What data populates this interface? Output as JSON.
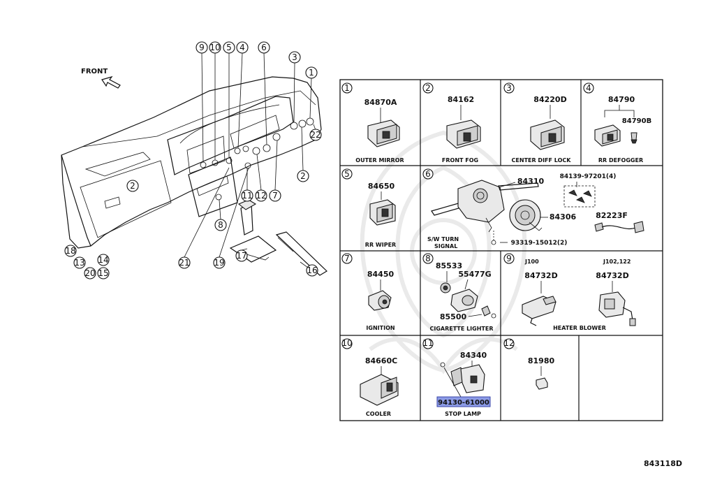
{
  "front_label": "FRONT",
  "footer_code": "843118D",
  "overview_callouts": [
    "9",
    "10",
    "5",
    "4",
    "6",
    "3",
    "1",
    "22",
    "2",
    "2",
    "8",
    "11",
    "12",
    "7",
    "21",
    "19",
    "17",
    "16",
    "18",
    "14",
    "13",
    "20",
    "15"
  ],
  "cells": [
    {
      "no": "1",
      "parts": [
        "84870A"
      ],
      "caption": "OUTER MIRROR"
    },
    {
      "no": "2",
      "parts": [
        "84162"
      ],
      "caption": "FRONT FOG"
    },
    {
      "no": "3",
      "parts": [
        "84220D"
      ],
      "caption": "CENTER DIFF LOCK"
    },
    {
      "no": "4",
      "parts": [
        "84790",
        "84790B"
      ],
      "caption": "RR DEFOGGER"
    },
    {
      "no": "5",
      "parts": [
        "84650"
      ],
      "caption": "RR WIPER"
    },
    {
      "no": "6",
      "parts": [
        "84310",
        "84306",
        "84139-97201(4)",
        "82223F",
        "93319-15012(2)"
      ],
      "caption_lines": [
        "S/W TURN",
        "SIGNAL"
      ]
    },
    {
      "no": "7",
      "parts": [
        "84450"
      ],
      "caption": "IGNITION"
    },
    {
      "no": "8",
      "parts": [
        "85533",
        "55477G",
        "85500"
      ],
      "caption": "CIGARETTE LIGHTER"
    },
    {
      "no": "9",
      "parts": [
        "84732D",
        "84732D"
      ],
      "variants": [
        "J100",
        "J102,122"
      ],
      "caption": "HEATER BLOWER"
    },
    {
      "no": "10",
      "parts": [
        "84660C"
      ],
      "caption": "COOLER"
    },
    {
      "no": "11",
      "parts": [
        "84340",
        "94130-61000"
      ],
      "caption": "STOP LAMP"
    },
    {
      "no": "12",
      "parts": [
        "81980"
      ],
      "caption": ""
    }
  ],
  "highlight_color": "#8c9be6"
}
